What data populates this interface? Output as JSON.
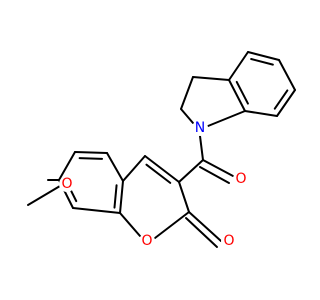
{
  "molecule": {
    "atoms": {
      "ring_oxygen": {
        "label": "O",
        "color": "#ff0000"
      },
      "carbonyl_oxygen_lactone": {
        "label": "O",
        "color": "#ff0000"
      },
      "amide_oxygen": {
        "label": "O",
        "color": "#ff0000"
      },
      "methoxy_oxygen": {
        "label": "O",
        "color": "#ff0000"
      },
      "indoline_nitrogen": {
        "label": "N",
        "color": "#0000ff"
      }
    }
  }
}
